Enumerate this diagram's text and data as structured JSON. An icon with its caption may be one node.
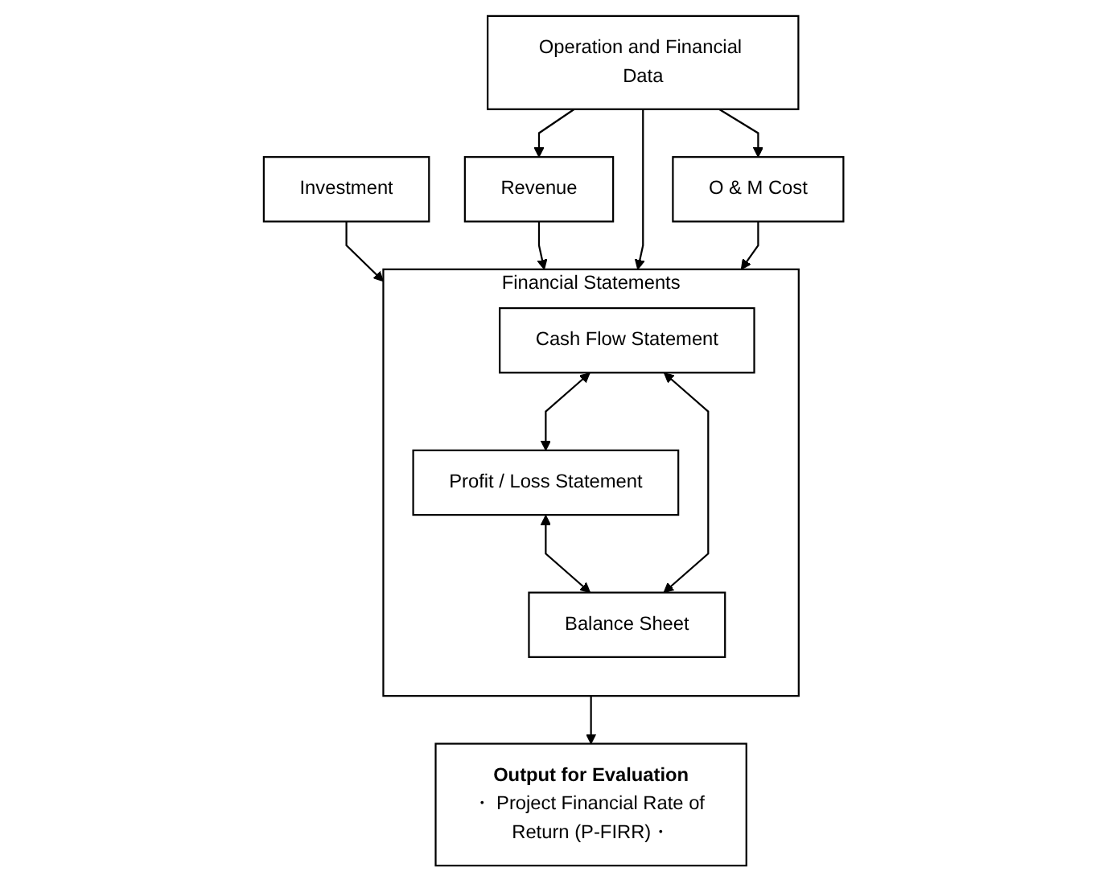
{
  "diagram": {
    "nodes": [
      {
        "text": [
          "Investment"
        ]
      },
      {
        "text": [
          "Operation and Financial Data"
        ]
      },
      {
        "text": [
          "Revenue"
        ]
      },
      {
        "text": [
          "O & M Cost"
        ]
      },
      {
        "text": [
          "Financial Statements"
        ]
      },
      {
        "text": [
          "Profit / Loss Statement"
        ],
        "in": 4
      },
      {
        "text": [
          "Cash Flow Statement"
        ],
        "in": 4
      },
      {
        "text": [
          "Balance Sheet"
        ],
        "in": 4
      },
      {
        "text": [
          "Output for Evaluation",
          "・ Project Financial Rate of Return (P-FIRR)・"
        ]
      }
    ],
    "edges": [
      {
        "from": 1,
        "to": 2,
        "arrow": "to"
      },
      {
        "from": 1,
        "to": 3,
        "arrow": "to"
      },
      {
        "from": 0,
        "to": 4,
        "arrow": "to"
      },
      {
        "from": 2,
        "to": 4,
        "arrow": "to"
      },
      {
        "from": 1,
        "to": 4,
        "arrow": "to"
      },
      {
        "from": 3,
        "to": 4,
        "arrow": "to"
      },
      {
        "from": 6,
        "to": 5,
        "arrow": "both"
      },
      {
        "from": 5,
        "to": 7,
        "arrow": "both"
      },
      {
        "from": 6,
        "to": 7,
        "arrow": "both"
      },
      {
        "from": 4,
        "to": 8,
        "arrow": "to"
      }
    ]
  }
}
